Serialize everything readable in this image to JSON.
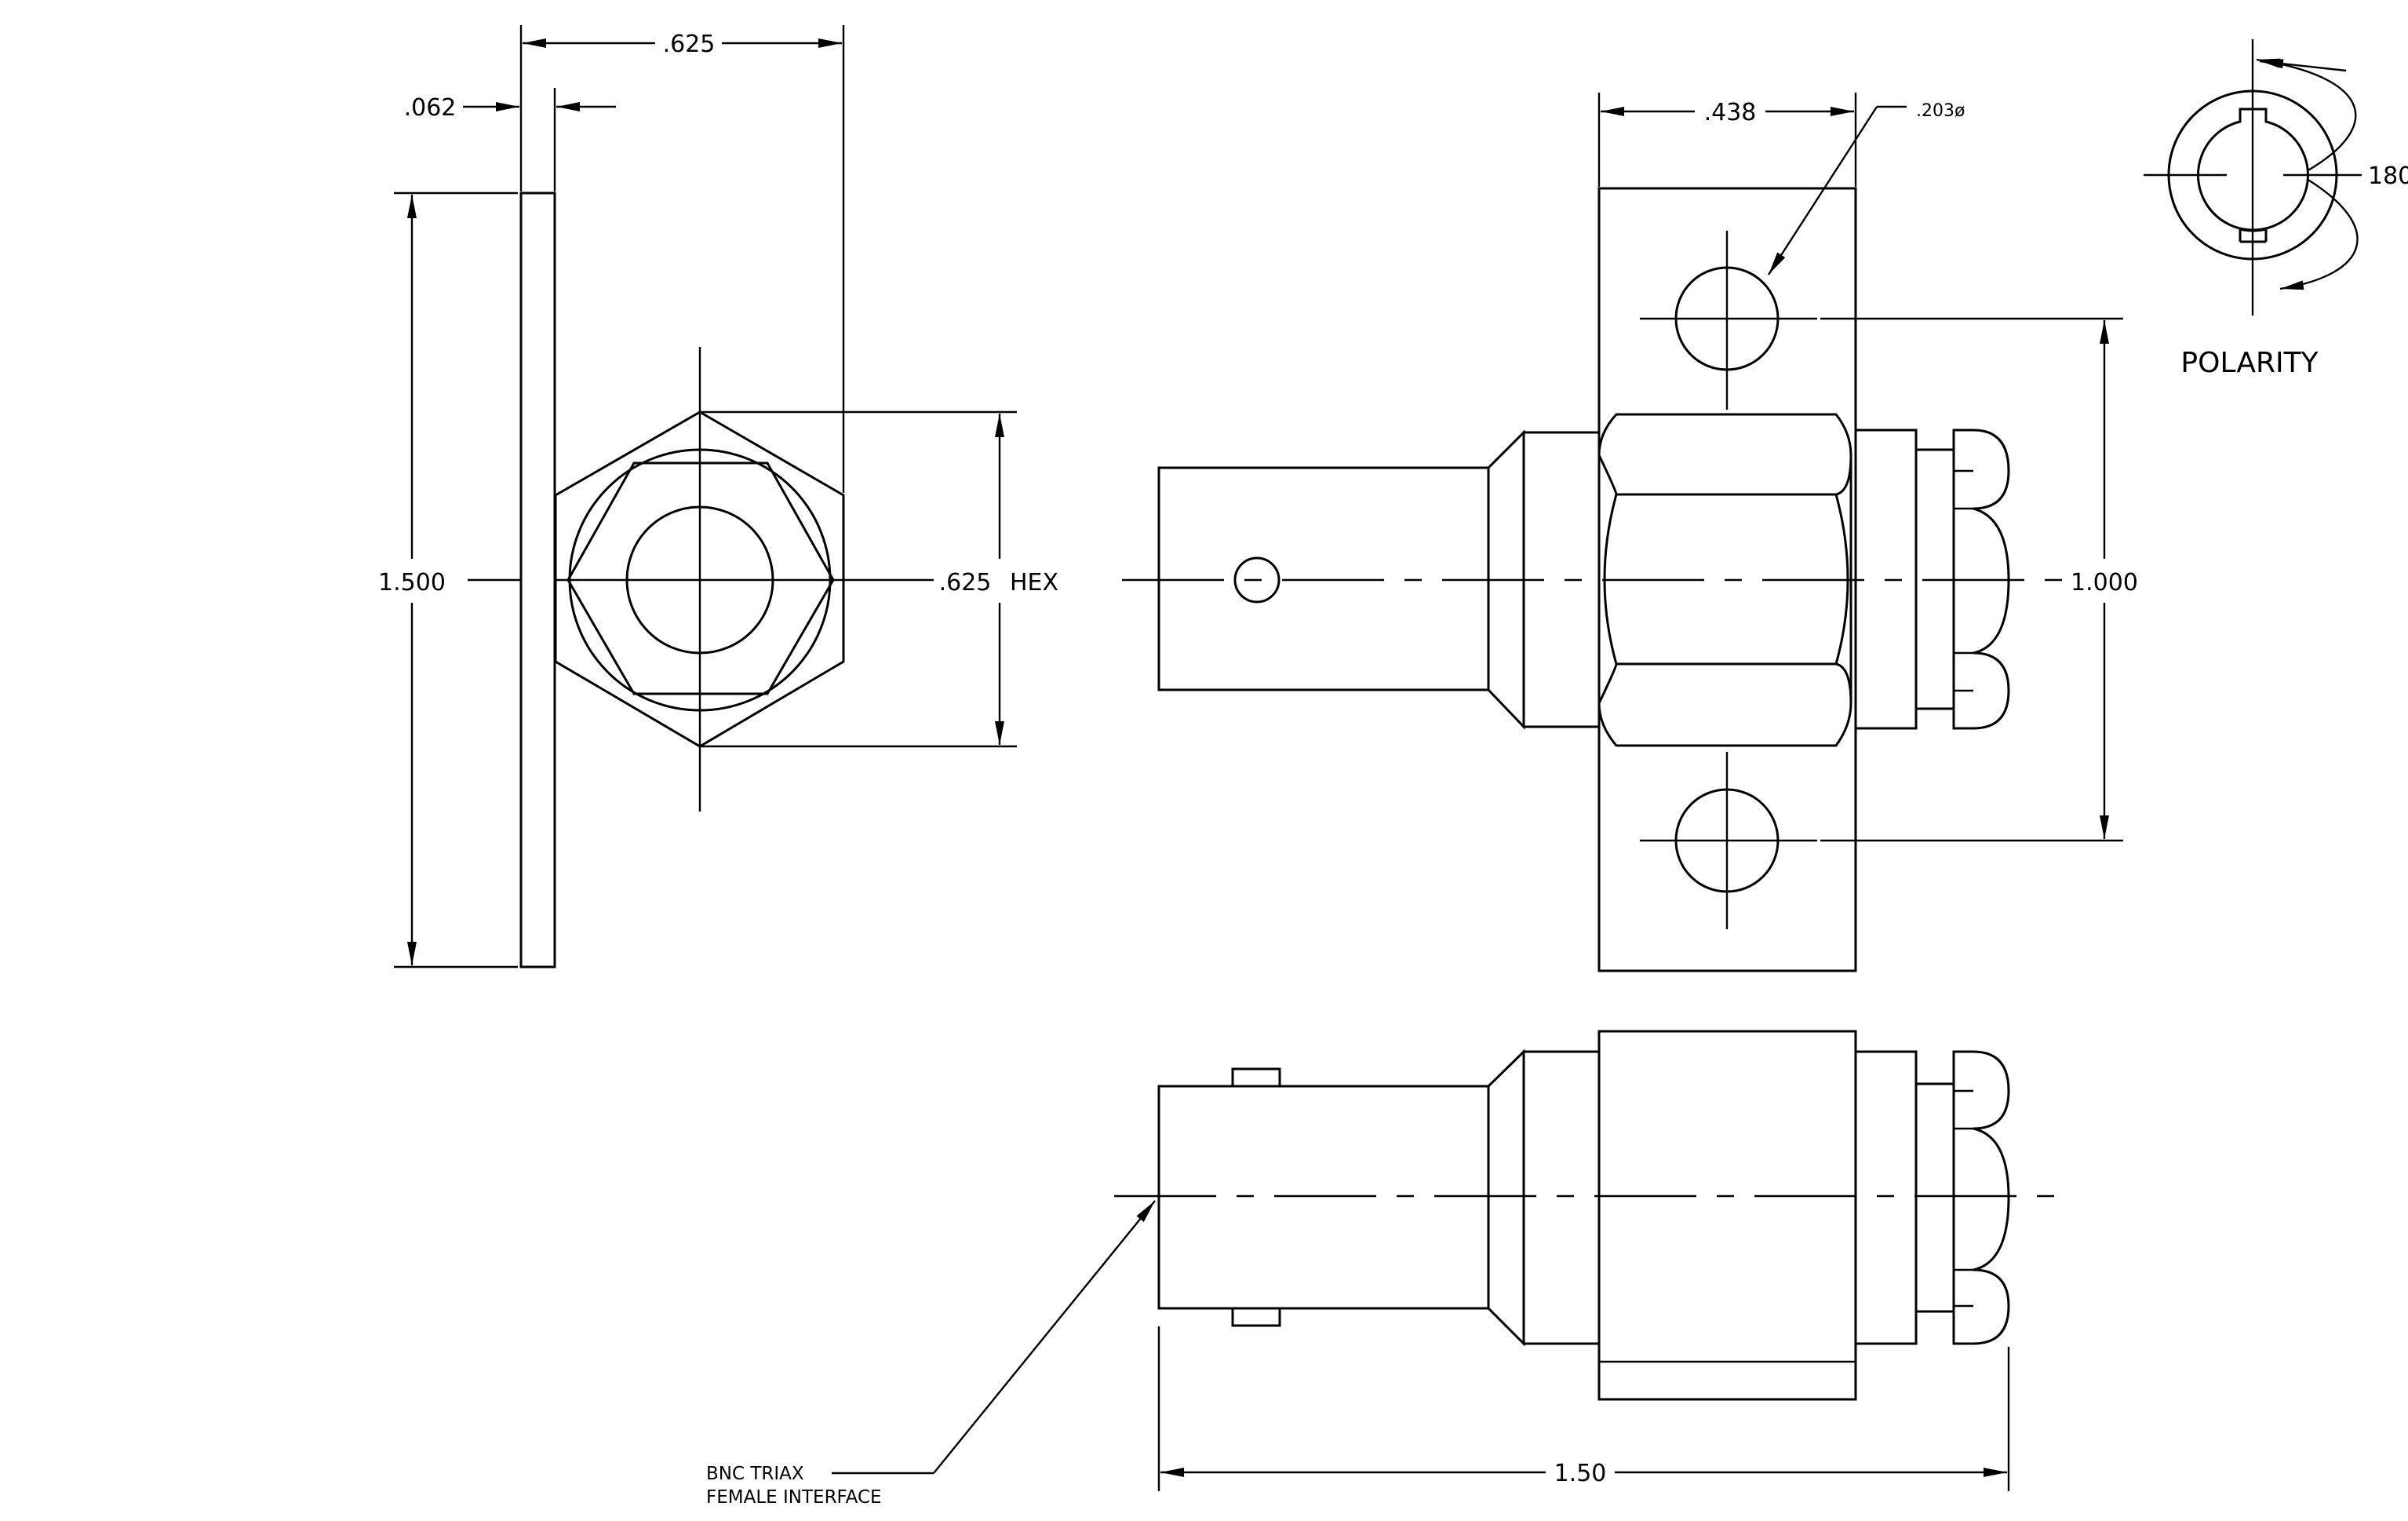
{
  "dimensions": {
    "flange_width": ".625",
    "flange_thickness": ".062",
    "flange_height": "1.500",
    "hex_size": ".625",
    "hex_label": "HEX",
    "across_holes": ".438",
    "hole_diameter": ".203ø",
    "hole_spacing": "1.000",
    "overall_length": "1.50",
    "polarity_angle": "180"
  },
  "labels": {
    "polarity": "POLARITY",
    "interface_line1": "BNC TRIAX",
    "interface_line2": "FEMALE INTERFACE"
  }
}
